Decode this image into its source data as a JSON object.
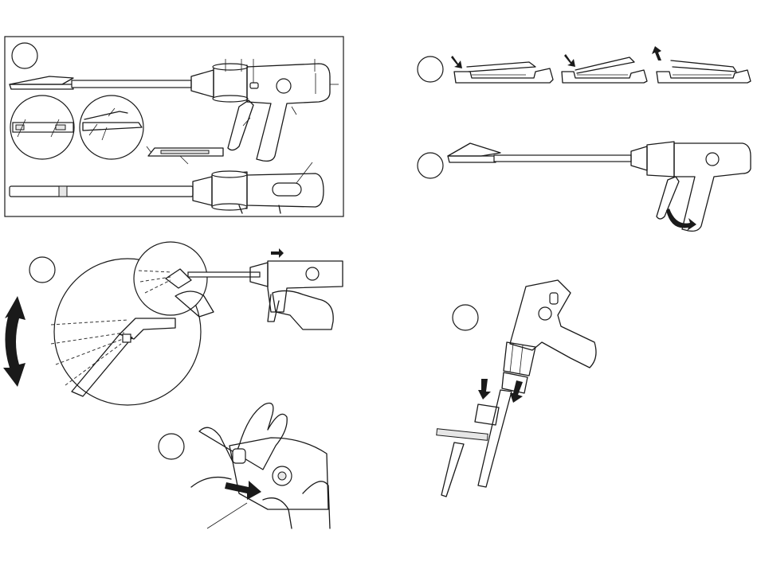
{
  "figures": [
    {
      "id": "overview",
      "label": ""
    },
    {
      "id": "jaw-close-sequence",
      "label": ""
    },
    {
      "id": "firing-release",
      "label": ""
    },
    {
      "id": "articulation",
      "label": ""
    },
    {
      "id": "handle-retract",
      "label": ""
    },
    {
      "id": "cartridge-load",
      "label": ""
    }
  ],
  "icons": {
    "arrow": "arrow-icon",
    "step_circle": "step-number-circle"
  },
  "colors": {
    "line": "#1a1a1a",
    "fill": "#ffffff",
    "accent": "#000000"
  }
}
